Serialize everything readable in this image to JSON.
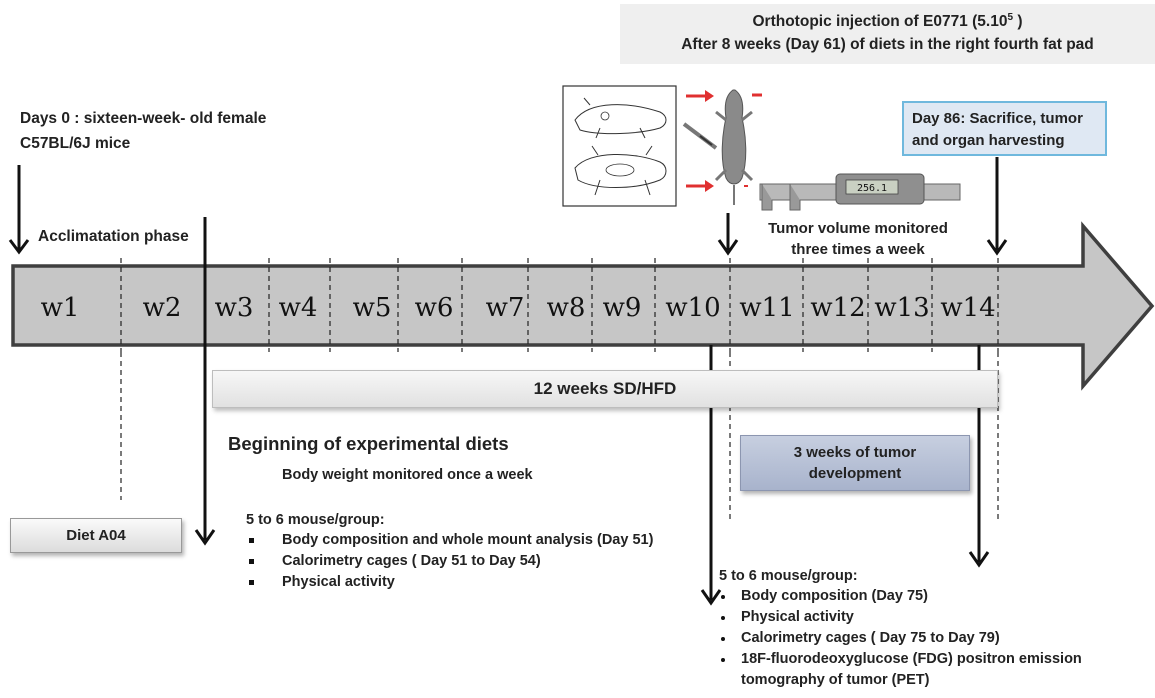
{
  "injection": {
    "line1": "Orthotopic injection of E0771 (5.10",
    "superscript": "5",
    "line1_end": " )",
    "line2": "After 8 weeks  (Day  61) of diets in the right  fourth fat  pad"
  },
  "start": {
    "line1": "Days 0 : sixteen-week- old female",
    "line2": "C57BL/6J mice"
  },
  "sacrifice": {
    "line1": "Day 86: Sacrifice, tumor",
    "line2": "and organ harvesting"
  },
  "acclimatation": "Acclimatation phase",
  "tumor_monitor": {
    "line1": "Tumor volume monitored",
    "line2": "three times a week"
  },
  "caliper_readout": "256.1",
  "weeks": [
    "w1",
    "w2",
    "w3",
    "w4",
    "w5",
    "w6",
    "w7",
    "w8",
    "w9",
    "w10",
    "w11",
    "w12",
    "w13",
    "w14"
  ],
  "diet_bar": "12 weeks SD/HFD",
  "beginning": "Beginning of experimental diets",
  "body_weight": "Body weight monitored once a week",
  "tumor_development": {
    "line1": "3 weeks of tumor",
    "line2": "development"
  },
  "diet_a04": "Diet A04",
  "group1": {
    "head": "5 to 6 mouse/group:",
    "items": [
      "Body composition and whole  mount  analysis (Day 51)",
      "Calorimetry cages ( Day  51 to Day 54)",
      "Physical activity"
    ]
  },
  "group2": {
    "head": "5 to 6 mouse/group:",
    "items": [
      "Body composition (Day  75)",
      "Physical activity",
      "Calorimetry cages ( Day  75 to Day 79)",
      "18F-fluorodeoxyglucose (FDG) positron emission",
      "tomography of tumor (PET)"
    ]
  },
  "colors": {
    "arrow_fill": "#c6c6c6",
    "arrow_stroke": "#3f3f3f",
    "injection_box": "#efefef",
    "sacrifice_box": "#dfe8f3",
    "sacrifice_border": "#6fb8dd",
    "tumor_dev_box": "#b4bed3",
    "red_arrow": "#e03030"
  }
}
